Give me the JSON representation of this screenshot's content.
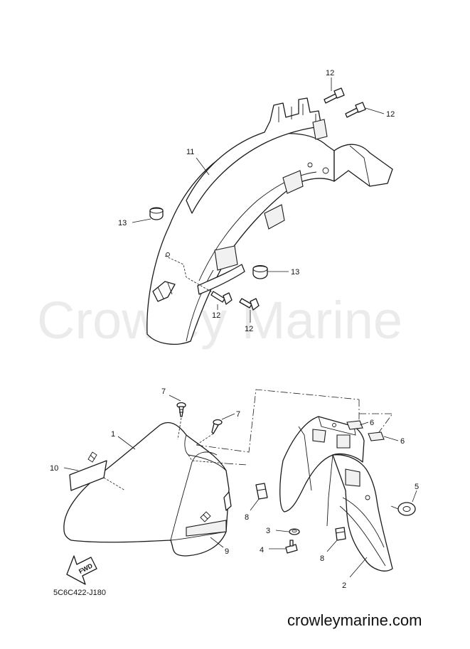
{
  "diagram": {
    "callouts": {
      "c1": "1",
      "c2": "2",
      "c3": "3",
      "c4": "4",
      "c5": "5",
      "c6a": "6",
      "c6b": "6",
      "c7a": "7",
      "c7b": "7",
      "c8a": "8",
      "c8b": "8",
      "c9": "9",
      "c10": "10",
      "c11": "11",
      "c12a": "12",
      "c12b": "12",
      "c12c": "12",
      "c12d": "12",
      "c13a": "13",
      "c13b": "13"
    },
    "arrow_label": "FWD",
    "drawing_code": "5C6C422-J180"
  },
  "watermark": "Crowley Marine",
  "footer": {
    "site": "crowleymarine.com"
  }
}
